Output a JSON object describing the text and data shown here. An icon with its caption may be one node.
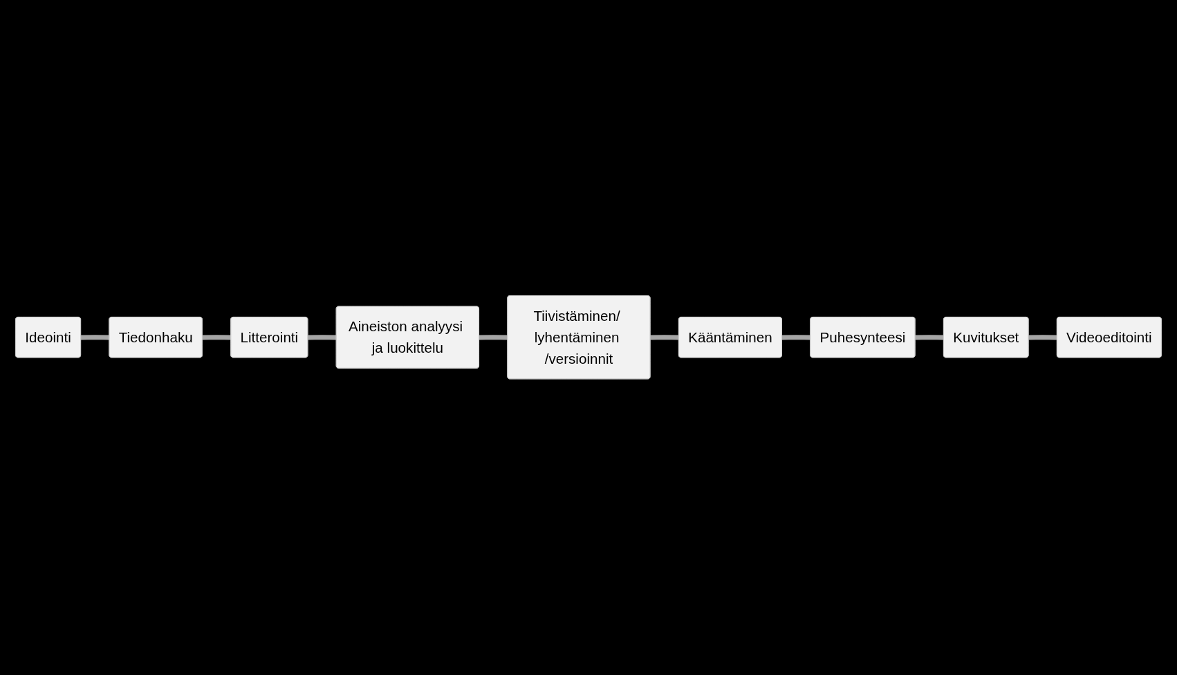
{
  "diagram": {
    "nodes": [
      {
        "text": [
          "Ideointi"
        ]
      },
      {
        "text": [
          "Kääntäminen"
        ]
      },
      {
        "text": [
          "Puhesynteesi"
        ]
      },
      {
        "text": [
          "Tiedonhaku"
        ]
      },
      {
        "text": [
          "Tiivistäminen/ lyhentäminen /versioinnit"
        ]
      },
      {
        "text": [
          "Kuvitukset"
        ]
      },
      {
        "text": [
          "Litterointi"
        ]
      },
      {
        "text": [
          "Aineiston analyysi ja luokittelu"
        ]
      },
      {
        "text": [
          "Videoeditointi"
        ]
      }
    ],
    "edges": [
      {
        "from": 0,
        "to": 3,
        "arrow": "none"
      },
      {
        "from": 3,
        "to": 6,
        "arrow": "none"
      },
      {
        "from": 6,
        "to": 7,
        "arrow": "none"
      },
      {
        "from": 7,
        "to": 4,
        "arrow": "none"
      },
      {
        "from": 4,
        "to": 1,
        "arrow": "none"
      },
      {
        "from": 1,
        "to": 2,
        "arrow": "none"
      },
      {
        "from": 2,
        "to": 5,
        "arrow": "none"
      },
      {
        "from": 5,
        "to": 8,
        "arrow": "none"
      }
    ]
  }
}
